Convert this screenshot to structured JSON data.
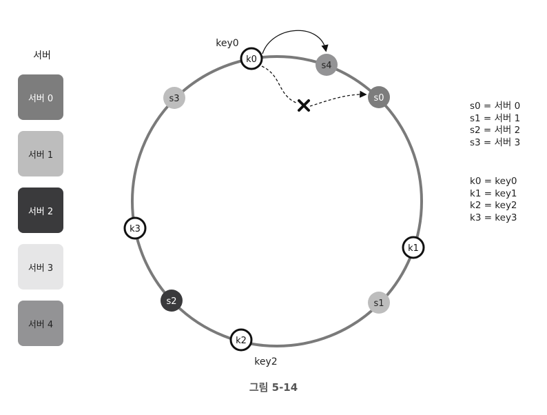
{
  "servers": {
    "title": "서버",
    "items": [
      {
        "label": "서버 0",
        "color": "#7d7d7d",
        "text_color": "#ffffff"
      },
      {
        "label": "서버 1",
        "color": "#bdbdbd",
        "text_color": "#222222"
      },
      {
        "label": "서버 2",
        "color": "#3a3a3c",
        "text_color": "#ffffff"
      },
      {
        "label": "서버 3",
        "color": "#e6e6e7",
        "text_color": "#222222"
      },
      {
        "label": "서버 4",
        "color": "#939395",
        "text_color": "#222222"
      }
    ]
  },
  "ring": {
    "color": "#7a7a7a",
    "nodes": [
      {
        "id": "s0",
        "label": "s0",
        "kind": "server",
        "fill": "#7d7d7d",
        "text_color": "#ffffff"
      },
      {
        "id": "s1",
        "label": "s1",
        "kind": "server",
        "fill": "#bdbdbd",
        "text_color": "#222222"
      },
      {
        "id": "s2",
        "label": "s2",
        "kind": "server",
        "fill": "#3a3a3c",
        "text_color": "#ffffff"
      },
      {
        "id": "s3",
        "label": "s3",
        "kind": "server",
        "fill": "#bdbdbd",
        "text_color": "#222222"
      },
      {
        "id": "s4",
        "label": "s4",
        "kind": "server",
        "fill": "#939395",
        "text_color": "#222222"
      },
      {
        "id": "k0",
        "label": "k0",
        "kind": "key",
        "fill": "#ffffff",
        "text_color": "#111111"
      },
      {
        "id": "k1",
        "label": "k1",
        "kind": "key",
        "fill": "#ffffff",
        "text_color": "#111111"
      },
      {
        "id": "k2",
        "label": "k2",
        "kind": "key",
        "fill": "#ffffff",
        "text_color": "#111111"
      },
      {
        "id": "k3",
        "label": "k3",
        "kind": "key",
        "fill": "#ffffff",
        "text_color": "#111111"
      }
    ],
    "key_labels": {
      "k0": "key0",
      "k2": "key2"
    }
  },
  "server_legend": [
    "s0 = 서버 0",
    "s1 = 서버 1",
    "s2 = 서버 2",
    "s3 = 서버 3"
  ],
  "key_legend": [
    "k0 = key0",
    "k1 = key1",
    "k2 = key2",
    "k3 = key3"
  ],
  "caption": "그림 5-14"
}
